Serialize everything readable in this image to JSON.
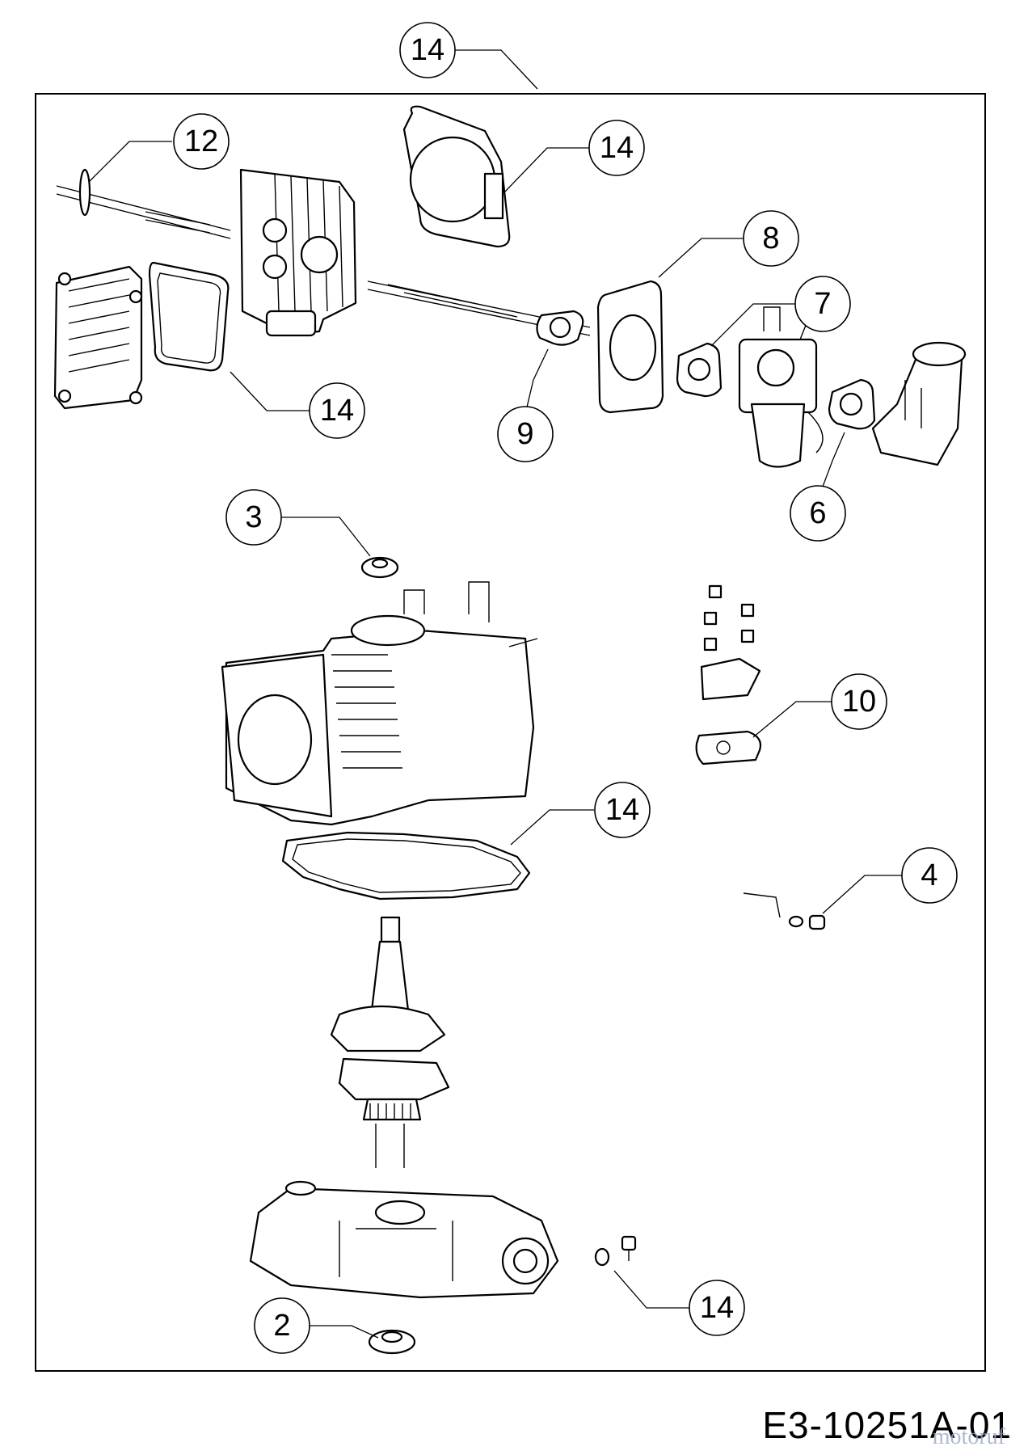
{
  "drawing_code": "E3-10251A-01",
  "watermark": "motoruf",
  "callouts": [
    {
      "id": "c14-top",
      "label": "14"
    },
    {
      "id": "c12",
      "label": "12"
    },
    {
      "id": "c14-gasket",
      "label": "14"
    },
    {
      "id": "c8",
      "label": "8"
    },
    {
      "id": "c7",
      "label": "7"
    },
    {
      "id": "c14-cover",
      "label": "14"
    },
    {
      "id": "c9",
      "label": "9"
    },
    {
      "id": "c6",
      "label": "6"
    },
    {
      "id": "c3",
      "label": "3"
    },
    {
      "id": "c10",
      "label": "10"
    },
    {
      "id": "c14-crank",
      "label": "14"
    },
    {
      "id": "c4",
      "label": "4"
    },
    {
      "id": "c14-bolt",
      "label": "14"
    },
    {
      "id": "c2",
      "label": "2"
    }
  ]
}
